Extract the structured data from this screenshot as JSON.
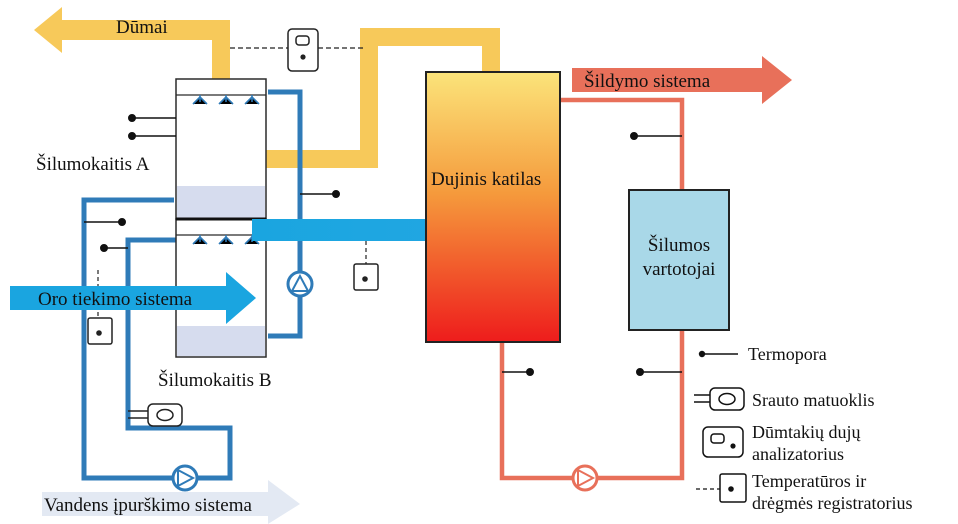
{
  "labels": {
    "dumai": "Dūmai",
    "sildymo_sistema": "Šildymo sistema",
    "silumokaitis_a": "Šilumokaitis A",
    "silumokaitis_b": "Šilumokaitis B",
    "dujinis_katilas": "Dujinis katilas",
    "silumos": "Šilumos",
    "vartotojai": "vartotojai",
    "oro_tiekimo_sistema": "Oro tiekimo sistema",
    "vandens_ipurskimo_sistema": "Vandens įpurškimo sistema"
  },
  "legend": [
    {
      "icon": "thermocouple-icon",
      "lines": [
        "Termopora"
      ]
    },
    {
      "icon": "flow-meter-icon",
      "lines": [
        "Srauto matuoklis"
      ]
    },
    {
      "icon": "flue-gas-analyzer-icon",
      "lines": [
        "Dūmtakių dujų",
        "analizatorius"
      ]
    },
    {
      "icon": "temperature-humidity-logger-icon",
      "lines": [
        "Temperatūros ir",
        "drėgmės registratorius"
      ]
    }
  ],
  "colors": {
    "flue_gas": "#f7c95a",
    "heating": "#e8705a",
    "water_pipe": "#2f7bb8",
    "air_flow": "#1aa5e0",
    "consumer_fill": "#a9d8e8",
    "return_arrow": "#e3e9f3"
  }
}
